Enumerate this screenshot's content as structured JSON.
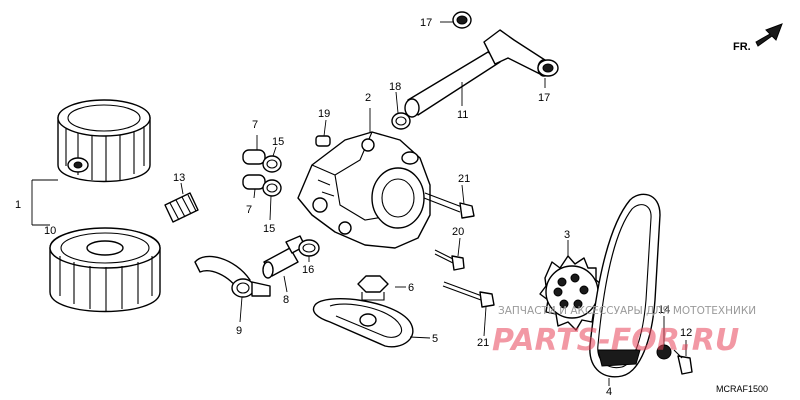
{
  "direction": {
    "label": "FR."
  },
  "parts": [
    {
      "id": "p1",
      "number": "1"
    },
    {
      "id": "p2",
      "number": "2"
    },
    {
      "id": "p3",
      "number": "3"
    },
    {
      "id": "p4",
      "number": "4"
    },
    {
      "id": "p5",
      "number": "5"
    },
    {
      "id": "p6",
      "number": "6"
    },
    {
      "id": "p7a",
      "number": "7"
    },
    {
      "id": "p7b",
      "number": "7"
    },
    {
      "id": "p8",
      "number": "8"
    },
    {
      "id": "p9",
      "number": "9"
    },
    {
      "id": "p10",
      "number": "10"
    },
    {
      "id": "p11",
      "number": "11"
    },
    {
      "id": "p12",
      "number": "12"
    },
    {
      "id": "p13",
      "number": "13"
    },
    {
      "id": "p14",
      "number": "14"
    },
    {
      "id": "p15a",
      "number": "15"
    },
    {
      "id": "p15b",
      "number": "15"
    },
    {
      "id": "p16",
      "number": "16"
    },
    {
      "id": "p17a",
      "number": "17"
    },
    {
      "id": "p17b",
      "number": "17"
    },
    {
      "id": "p18",
      "number": "18"
    },
    {
      "id": "p19",
      "number": "19"
    },
    {
      "id": "p20",
      "number": "20"
    },
    {
      "id": "p21a",
      "number": "21"
    },
    {
      "id": "p21b",
      "number": "21"
    }
  ],
  "diagram_code": "MCRAF1500",
  "watermark": {
    "line1": "ЗАПЧАСТИ И АКСЕССУАРЫ ДЛЯ МОТОТЕХНИКИ",
    "line2": "PARTS-FOR.RU"
  }
}
